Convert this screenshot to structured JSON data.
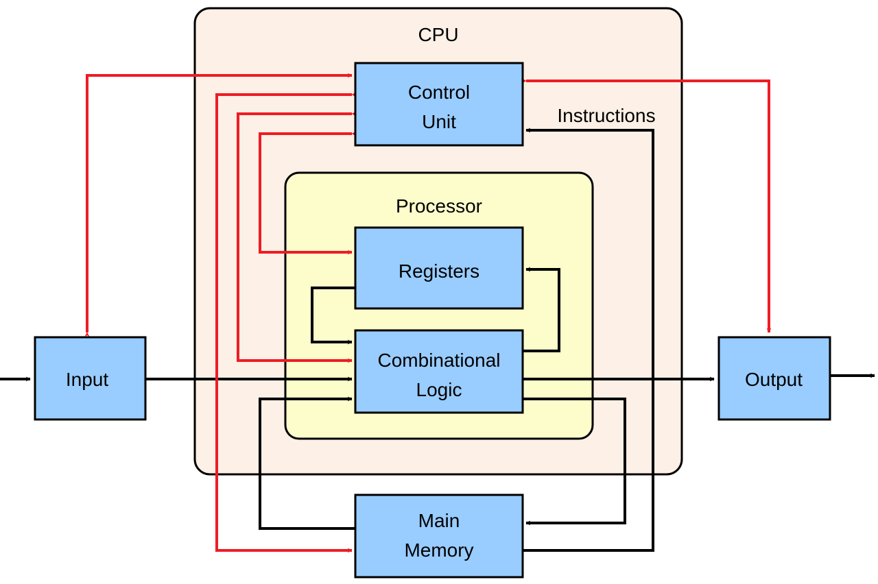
{
  "regions": {
    "cpu": {
      "label": "CPU",
      "fill": "#fdf0e6"
    },
    "processor": {
      "label": "Processor",
      "fill": "#fdfdcc"
    }
  },
  "boxes": {
    "control_unit": {
      "line1": "Control",
      "line2": "Unit"
    },
    "registers": {
      "label": "Registers"
    },
    "combinational_logic": {
      "line1": "Combinational",
      "line2": "Logic"
    },
    "input": {
      "label": "Input"
    },
    "output": {
      "label": "Output"
    },
    "main_memory": {
      "line1": "Main",
      "line2": "Memory"
    }
  },
  "labels": {
    "instructions": "Instructions"
  },
  "colors": {
    "box_fill": "#99ccff",
    "control_signal": "#ee1c25",
    "data_path": "#000000"
  }
}
